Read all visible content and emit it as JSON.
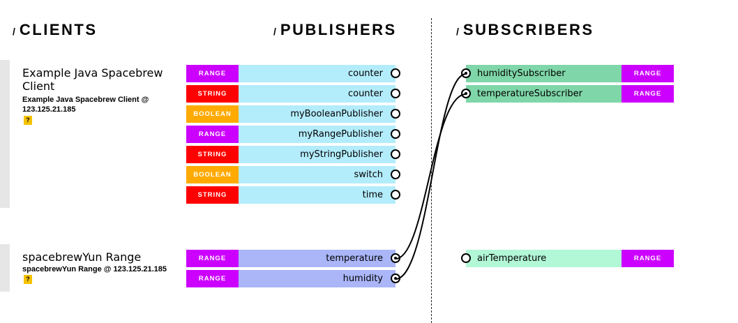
{
  "headers": {
    "slash": "/",
    "clients": "CLIENTS",
    "publishers": "PUBLISHERS",
    "subscribers": "SUBSCRIBERS"
  },
  "colors": {
    "range": "#cc00ff",
    "string": "#ff0000",
    "boolean": "#ffaa00",
    "pub_bg_1": "#b3ecfb",
    "pub_bg_2": "#aab6f8",
    "sub_bg_1": "#7fd6a8",
    "sub_bg_2": "#b2f7d6"
  },
  "clients": [
    {
      "name": "Example Java Spacebrew Client",
      "address": "Example Java Spacebrew Client @ 123.125.21.185",
      "help": "?",
      "publishers": [
        {
          "type": "RANGE",
          "label": "counter"
        },
        {
          "type": "STRING",
          "label": "counter"
        },
        {
          "type": "BOOLEAN",
          "label": "myBooleanPublisher"
        },
        {
          "type": "RANGE",
          "label": "myRangePublisher"
        },
        {
          "type": "STRING",
          "label": "myStringPublisher"
        },
        {
          "type": "BOOLEAN",
          "label": "switch"
        },
        {
          "type": "STRING",
          "label": "time"
        }
      ],
      "subscribers": [
        {
          "type": "RANGE",
          "label": "humiditySubscriber",
          "connected": true
        },
        {
          "type": "RANGE",
          "label": "temperatureSubscriber",
          "connected": true
        }
      ]
    },
    {
      "name": "spacebrewYun Range",
      "address": "spacebrewYun Range @ 123.125.21.185",
      "help": "?",
      "publishers": [
        {
          "type": "RANGE",
          "label": "temperature",
          "connected": true
        },
        {
          "type": "RANGE",
          "label": "humidity",
          "connected": true
        }
      ],
      "subscribers": [
        {
          "type": "RANGE",
          "label": "airTemperature",
          "connected": false
        }
      ]
    }
  ]
}
